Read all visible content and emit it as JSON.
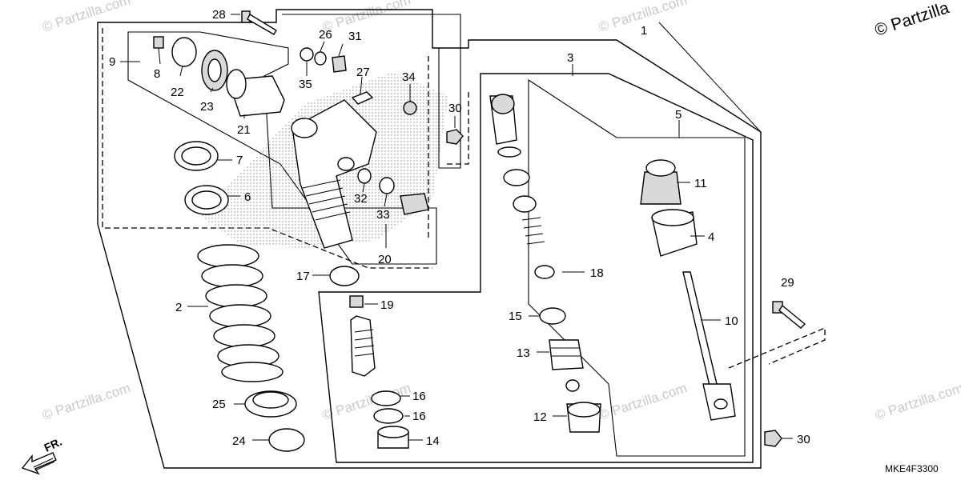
{
  "copyright": "© Partzilla",
  "watermark_text": "© Partzilla.com",
  "diagram_code": "MKE4F3300",
  "direction_label": "FR.",
  "callouts": {
    "c1": "1",
    "c2": "2",
    "c3": "3",
    "c4": "4",
    "c5": "5",
    "c6": "6",
    "c7": "7",
    "c8": "8",
    "c9": "9",
    "c10": "10",
    "c11": "11",
    "c12": "12",
    "c13": "13",
    "c14": "14",
    "c15": "15",
    "c16a": "16",
    "c16b": "16",
    "c17": "17",
    "c18": "18",
    "c19": "19",
    "c20": "20",
    "c21": "21",
    "c22": "22",
    "c23": "23",
    "c24": "24",
    "c25": "25",
    "c26": "26",
    "c27": "27",
    "c28": "28",
    "c29": "29",
    "c30a": "30",
    "c30b": "30",
    "c31": "31",
    "c32": "32",
    "c33": "33",
    "c34": "34",
    "c35": "35"
  },
  "colors": {
    "line": "#000000",
    "shade": "#d9d9d9",
    "watermark": "#c9c9c9",
    "background": "#ffffff"
  }
}
